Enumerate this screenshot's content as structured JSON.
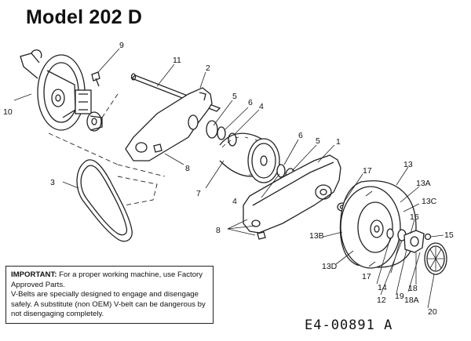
{
  "title": "Model 202 D",
  "callouts": {
    "c1": "1",
    "c2": "2",
    "c3": "3",
    "c4a": "4",
    "c4b": "4",
    "c5a": "5",
    "c5b": "5",
    "c6a": "6",
    "c6b": "6",
    "c7": "7",
    "c8a": "8",
    "c8b": "8",
    "c9": "9",
    "c10": "10",
    "c11": "11",
    "c12": "12",
    "c13": "13",
    "c13A": "13A",
    "c13B": "13B",
    "c13C": "13C",
    "c13D": "13D",
    "c14": "14",
    "c15": "15",
    "c16": "16",
    "c17a": "17",
    "c17b": "17",
    "c18": "18",
    "c18A": "18A",
    "c19": "19",
    "c20": "20"
  },
  "notice": {
    "heading": "IMPORTANT:",
    "line1": "For a proper working machine, use Factory Approved Parts.",
    "line2": "V-Belts are specially designed to engage and disengage safely. A substitute (non OEM) V-belt can be dangerous by not disengaging completely."
  },
  "drawing_code": "E4-00891 A"
}
